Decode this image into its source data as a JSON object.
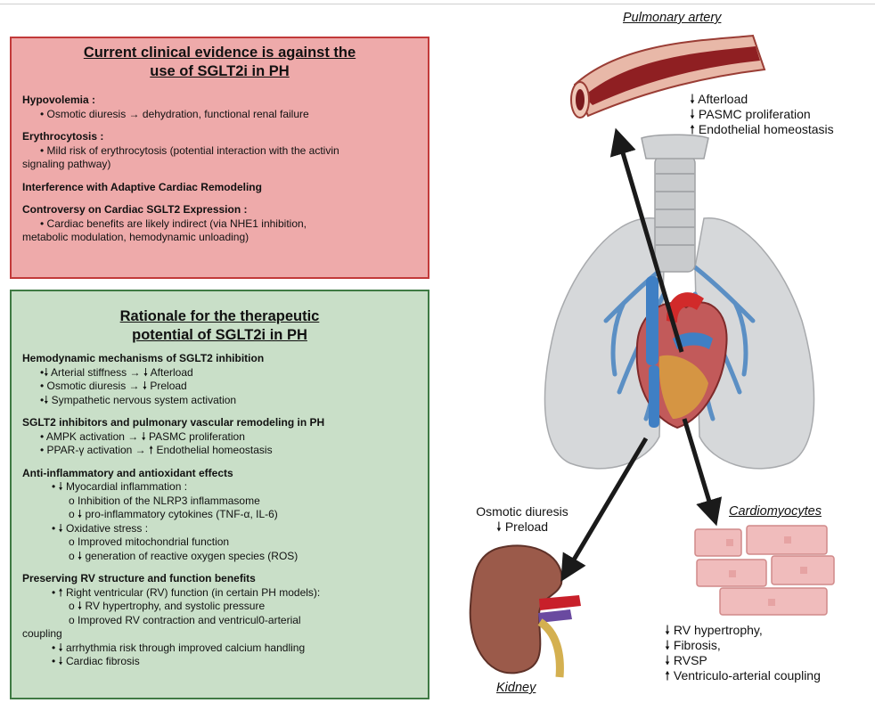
{
  "red_panel": {
    "title_line1": "Current clinical evidence is against the",
    "title_line2": "use of SGLT2i in PH",
    "sections": [
      {
        "heading": "Hypovolemia :",
        "lines": [
          "• Osmotic diuresis →  dehydration, functional renal failure"
        ]
      },
      {
        "heading": "Erythrocytosis :",
        "lines": [
          "• Mild risk of erythrocytosis (potential interaction with the activin",
          "signaling pathway)"
        ]
      },
      {
        "heading": "Interference with Adaptive Cardiac Remodeling",
        "lines": []
      },
      {
        "heading": "Controversy on Cardiac SGLT2 Expression :",
        "lines": [
          "• Cardiac benefits are likely indirect (via NHE1 inhibition,",
          "metabolic modulation, hemodynamic unloading)"
        ]
      }
    ]
  },
  "green_panel": {
    "title_line1": "Rationale for the therapeutic",
    "title_line2": "potential of SGLT2i in PH",
    "sec1": {
      "heading": "Hemodynamic mechanisms of SGLT2 inhibition",
      "l1": "•🠗 Arterial stiffness → 🠗 Afterload",
      "l2": "• Osmotic diuresis → 🠗 Preload",
      "l3": "•🠗 Sympathetic nervous system activation"
    },
    "sec2": {
      "heading": "SGLT2 inhibitors and pulmonary vascular remodeling in PH",
      "l1": "• AMPK activation → 🠗 PASMC proliferation",
      "l2": "• PPAR-γ activation → 🠕 Endothelial homeostasis"
    },
    "sec3": {
      "heading": "Anti-inflammatory and antioxidant effects",
      "l1": "• 🠗 Myocardial inflammation :",
      "l2": "o Inhibition of the NLRP3 inflammasome",
      "l3": "o 🠗 pro-inflammatory cytokines (TNF-α, IL-6)",
      "l4": "• 🠗 Oxidative stress :",
      "l5": "o Improved mitochondrial function",
      "l6": "o 🠗 generation of reactive oxygen species (ROS)"
    },
    "sec4": {
      "heading": "Preserving RV structure and function benefits",
      "l1": "• 🠕 Right ventricular (RV) function (in certain PH models):",
      "l2": "o 🠗 RV hypertrophy, and systolic pressure",
      "l3": "o Improved RV contraction and ventricul0-arterial",
      "l4": "coupling",
      "l5": "• 🠗 arrhythmia risk through improved calcium handling",
      "l6": "• 🠗 Cardiac fibrosis"
    }
  },
  "pulmonary": {
    "title": "Pulmonary artery",
    "l1": "🠗 Afterload",
    "l2": "🠗 PASMC proliferation",
    "l3": "🠕 Endothelial homeostasis"
  },
  "kidney": {
    "title": "Kidney",
    "l1": "Osmotic diuresis",
    "l2": "🠗 Preload"
  },
  "cardio": {
    "title": "Cardiomyocytes",
    "l1": "🠗 RV hypertrophy,",
    "l2": "🠗  Fibrosis,",
    "l3": "🠗 RVSP",
    "l4": "🠕 Ventriculo-arterial coupling"
  },
  "colors": {
    "red_fill": "#eeaaaa",
    "red_border": "#c23a3a",
    "green_fill": "#c9dfc8",
    "green_border": "#3f7a44",
    "arrow": "#1a1a1a"
  }
}
